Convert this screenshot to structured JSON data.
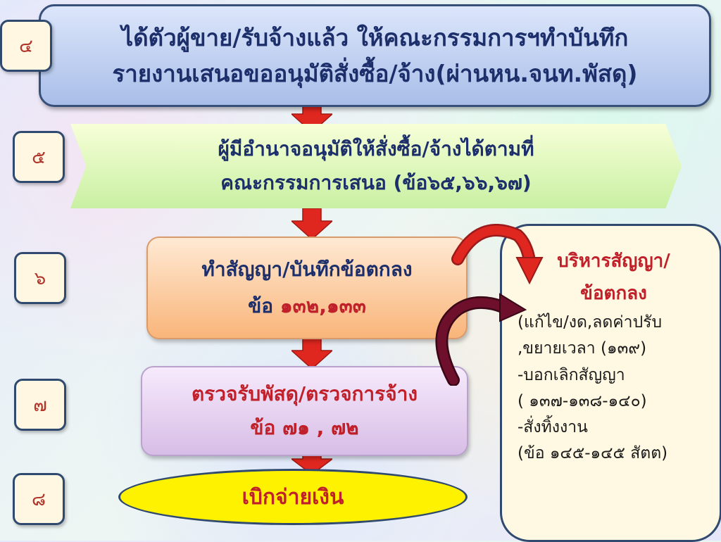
{
  "numbers": [
    "๔",
    "๕",
    "๖",
    "๗",
    "๘"
  ],
  "step4": {
    "line1": "ได้ตัวผู้ขาย/รับจ้างแล้ว ให้คณะกรรมการฯทำบันทึก",
    "line2": "รายงานเสนอขออนุมัติสั่งซื้อ/จ้าง(ผ่านหน.จนท.พัสดุ)"
  },
  "step5": {
    "line1": "ผู้มีอำนาจอนุมัติให้สั่งซื้อ/จ้างได้ตามที่",
    "line2": "คณะกรรมการเสนอ (ข้อ๖๕,๖๖,๖๗)"
  },
  "step6": {
    "line1": "ทำสัญญา/บันทึกข้อตกลง",
    "line2_label": "ข้อ ",
    "line2_refs": "๑๓๒,๑๓๓"
  },
  "step7": {
    "line1": "ตรวจรับพัสดุ/ตรวจการจ้าง",
    "line2_label": "ข้อ ",
    "line2_refs": "๗๑ , ๗๒"
  },
  "step8": {
    "label": "เบิกจ่ายเงิน"
  },
  "side": {
    "title1": "บริหารสัญญา/",
    "title2": "ข้อตกลง",
    "lines": [
      "(แก้ไข/งด,ลดค่าปรับ",
      ",ขยายเวลา  (๑๓๙)",
      "-บอกเลิกสัญญา",
      "( ๑๓๗-๑๓๘-๑๔๐)",
      "-สั่งทิ้งงาน",
      "(ข้อ ๑๔๕-๑๔๕ สัตต)"
    ]
  },
  "colors": {
    "arrow_red": "#e0271f",
    "curved_arrow_dark": "#6e0f2c",
    "border_navy": "#2f4a6e",
    "text_navy": "#1d2f6b",
    "text_red": "#c0202a"
  }
}
